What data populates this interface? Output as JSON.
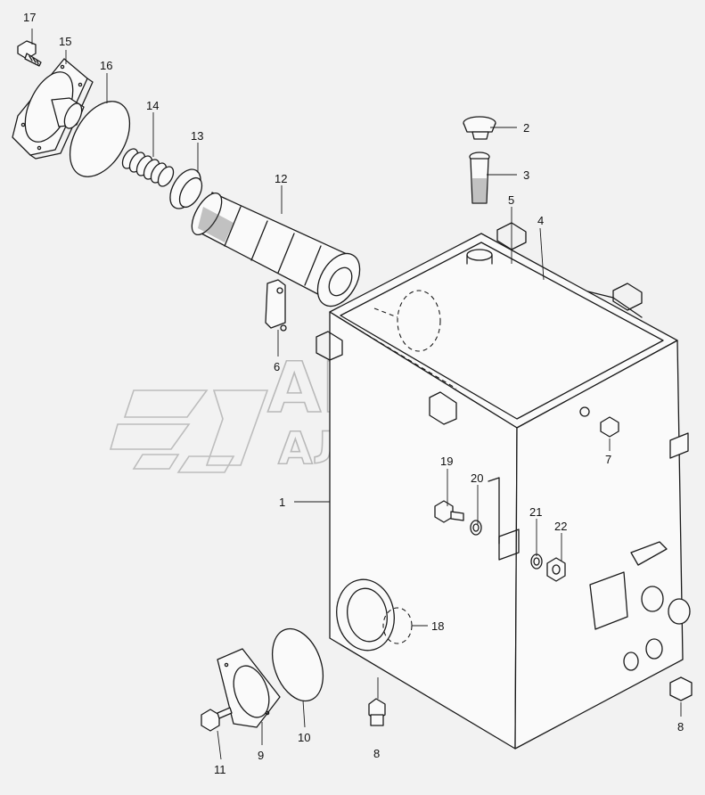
{
  "watermark": {
    "line1": "АВТО",
    "line2": "АЛЬЯНС"
  },
  "callouts": [
    {
      "key": "c1",
      "label": "1"
    },
    {
      "key": "c2",
      "label": "2"
    },
    {
      "key": "c3",
      "label": "3"
    },
    {
      "key": "c4",
      "label": "4"
    },
    {
      "key": "c5",
      "label": "5"
    },
    {
      "key": "c6",
      "label": "6"
    },
    {
      "key": "c7",
      "label": "7"
    },
    {
      "key": "c8a",
      "label": "8"
    },
    {
      "key": "c8b",
      "label": "8"
    },
    {
      "key": "c9",
      "label": "9"
    },
    {
      "key": "c10",
      "label": "10"
    },
    {
      "key": "c11",
      "label": "11"
    },
    {
      "key": "c12",
      "label": "12"
    },
    {
      "key": "c13",
      "label": "13"
    },
    {
      "key": "c14",
      "label": "14"
    },
    {
      "key": "c15",
      "label": "15"
    },
    {
      "key": "c16",
      "label": "16"
    },
    {
      "key": "c17",
      "label": "17"
    },
    {
      "key": "c18",
      "label": "18"
    },
    {
      "key": "c19",
      "label": "19"
    },
    {
      "key": "c20",
      "label": "20"
    },
    {
      "key": "c21",
      "label": "21"
    },
    {
      "key": "c22",
      "label": "22"
    }
  ]
}
